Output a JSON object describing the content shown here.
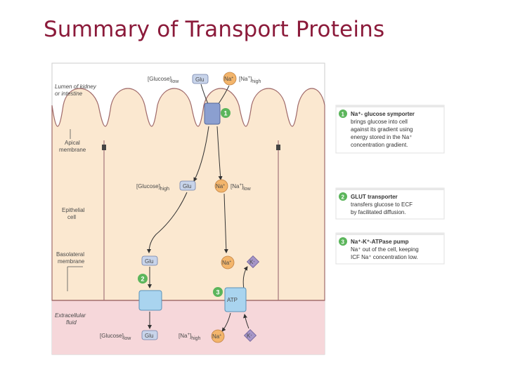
{
  "title": "Summary of Transport Proteins",
  "colors": {
    "title": "#8b1a3a",
    "cell": "#fbe8d0",
    "lumen": "#ffffff",
    "ecf": "#f6d7da",
    "number_badge": "#5bb55b",
    "glu": "#c8d4ea",
    "na": "#f3b56b",
    "k": "#a696c8",
    "pump": "#a9d4ef"
  },
  "diagram": {
    "lumen_label_1": "Lumen of kidney",
    "lumen_label_2": "or intestine",
    "apical_label_1": "Apical",
    "apical_label_2": "membrane",
    "epithelial_label_1": "Epithelial",
    "epithelial_label_2": "cell",
    "basolateral_label_1": "Basolateral",
    "basolateral_label_2": "membrane",
    "ecf_label_1": "Extracellular",
    "ecf_label_2": "fluid",
    "top_glucose": "[Glucose]",
    "top_glucose_sub": "low",
    "top_na": "[Na",
    "top_na_sup": "+",
    "top_na_close": "]",
    "top_na_sub": "high",
    "mid_glucose": "[Glucose]",
    "mid_glucose_sub": "high",
    "mid_na": "[Na",
    "mid_na_sup": "+",
    "mid_na_close": "]",
    "mid_na_sub": "low",
    "bottom_glucose": "[Glucose]",
    "bottom_glucose_sub": "low",
    "bottom_na": "[Na",
    "bottom_na_sup": "+",
    "bottom_na_close": "]",
    "bottom_na_sub": "high",
    "glu": "Glu",
    "na_ion": "Na",
    "na_sup": "+",
    "k_ion": "K",
    "k_sup": "+",
    "atp": "ATP",
    "num1": "1",
    "num2": "2",
    "num3": "3"
  },
  "callouts": [
    {
      "number": "1",
      "title": "Na⁺- glucose symporter",
      "lines": [
        "brings glucose into cell",
        "against its gradient using",
        "energy stored in the Na⁺",
        "concentration gradient."
      ]
    },
    {
      "number": "2",
      "title": "GLUT transporter",
      "lines": [
        "transfers glucose to ECF",
        "by facilitated diffusion."
      ]
    },
    {
      "number": "3",
      "title": "Na⁺-K⁺-ATPase pump",
      "lines": [
        "Na⁺ out of the cell, keeping",
        "ICF Na⁺ concentration low."
      ]
    }
  ]
}
